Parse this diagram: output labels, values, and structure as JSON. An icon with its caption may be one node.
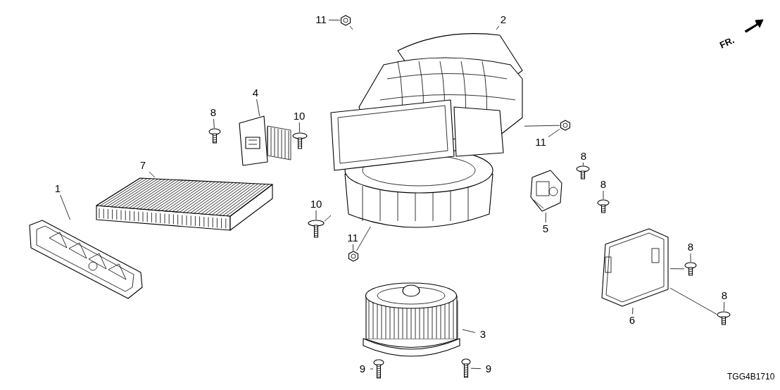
{
  "diagram": {
    "nodes": [
      {
        "text": [
          "11"
        ]
      },
      {
        "text": [],
        "shape": "picture"
      },
      {
        "text": [
          "2"
        ]
      },
      {
        "text": [],
        "shape": "picture"
      },
      {
        "text": [
          "4"
        ]
      },
      {
        "text": [],
        "shape": "picture"
      },
      {
        "text": [
          "8"
        ]
      },
      {
        "text": [],
        "shape": "picture"
      },
      {
        "text": [
          "10"
        ]
      },
      {
        "text": [],
        "shape": "picture"
      },
      {
        "text": [
          "11"
        ]
      },
      {
        "text": [],
        "shape": "picture"
      },
      {
        "text": [
          "7"
        ]
      },
      {
        "text": [],
        "shape": "picture"
      },
      {
        "text": [
          "8"
        ]
      },
      {
        "text": [],
        "shape": "picture"
      },
      {
        "text": [
          "1"
        ]
      },
      {
        "text": [],
        "shape": "picture"
      },
      {
        "text": [
          "8"
        ]
      },
      {
        "text": [],
        "shape": "picture"
      },
      {
        "text": [
          "10"
        ]
      },
      {
        "text": [],
        "shape": "picture"
      },
      {
        "text": [
          "5"
        ]
      },
      {
        "text": [],
        "shape": "picture"
      },
      {
        "text": [
          "11"
        ]
      },
      {
        "text": [],
        "shape": "picture"
      },
      {
        "text": [
          "8"
        ]
      },
      {
        "text": [],
        "shape": "picture"
      },
      {
        "text": [],
        "shape": "picture"
      },
      {
        "text": [
          "6"
        ]
      },
      {
        "text": [
          "8"
        ]
      },
      {
        "text": [],
        "shape": "picture"
      },
      {
        "text": [],
        "shape": "picture"
      },
      {
        "text": [
          "3"
        ]
      },
      {
        "text": [
          "9"
        ]
      },
      {
        "text": [],
        "shape": "picture"
      },
      {
        "text": [
          "9"
        ]
      },
      {
        "text": [],
        "shape": "picture"
      }
    ],
    "edges": [
      {
        "from": 0,
        "to": 1,
        "arrow": "none"
      },
      {
        "from": 2,
        "to": 3,
        "arrow": "none"
      },
      {
        "from": 4,
        "to": 5,
        "arrow": "none"
      },
      {
        "from": 6,
        "to": 7,
        "arrow": "none"
      },
      {
        "from": 8,
        "to": 9,
        "arrow": "none"
      },
      {
        "from": 10,
        "to": 11,
        "arrow": "none"
      },
      {
        "from": 12,
        "to": 13,
        "arrow": "none"
      },
      {
        "from": 14,
        "to": 15,
        "arrow": "none"
      },
      {
        "from": 16,
        "to": 17,
        "arrow": "none"
      },
      {
        "from": 18,
        "to": 19,
        "arrow": "none"
      },
      {
        "from": 20,
        "to": 21,
        "arrow": "none"
      },
      {
        "from": 22,
        "to": 23,
        "arrow": "none"
      },
      {
        "from": 24,
        "to": 25,
        "arrow": "none"
      },
      {
        "from": 26,
        "to": 27,
        "arrow": "none"
      },
      {
        "from": 29,
        "to": 28,
        "arrow": "none"
      },
      {
        "from": 30,
        "to": 31,
        "arrow": "none"
      },
      {
        "from": 33,
        "to": 32,
        "arrow": "none"
      },
      {
        "from": 34,
        "to": 35,
        "arrow": "none"
      },
      {
        "from": 36,
        "to": 37,
        "arrow": "none"
      },
      {
        "from": 1,
        "to": 3,
        "arrow": "none"
      },
      {
        "from": 11,
        "to": 3,
        "arrow": "none"
      },
      {
        "from": 25,
        "to": 3,
        "arrow": "none"
      },
      {
        "from": 21,
        "to": 3,
        "arrow": "none"
      },
      {
        "from": 27,
        "to": 28,
        "arrow": "none"
      },
      {
        "from": 31,
        "to": 28,
        "arrow": "none"
      }
    ],
    "labels": [
      "FR.",
      "TGG4B1710"
    ]
  }
}
